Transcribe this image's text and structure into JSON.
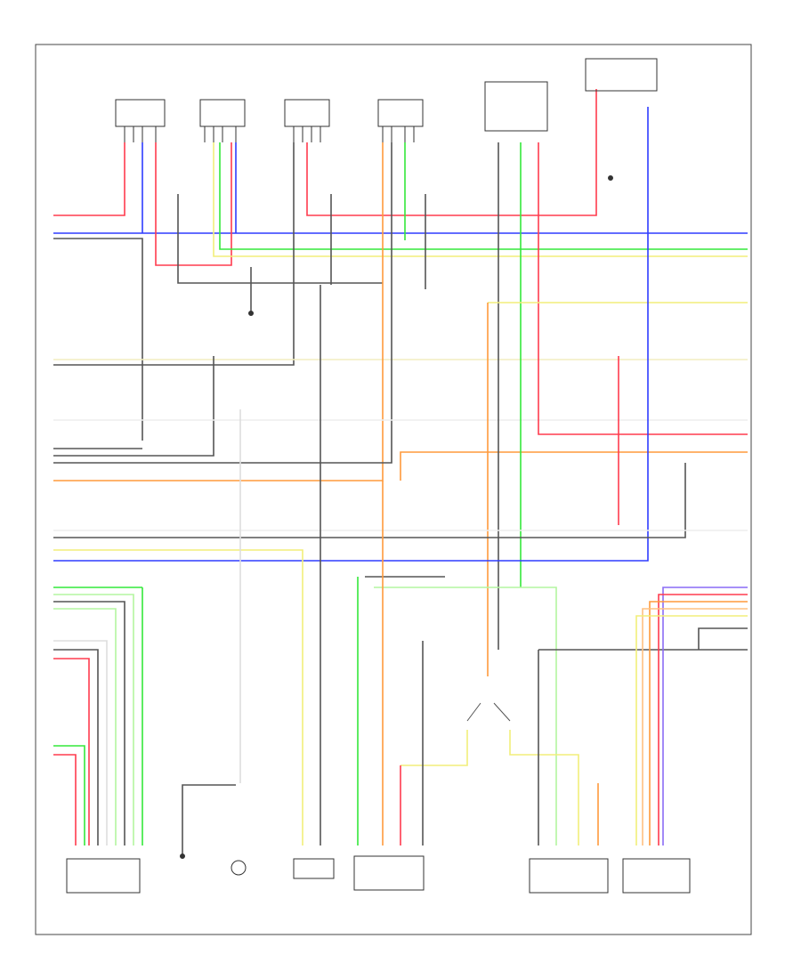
{
  "diagram": {
    "footer_code": "",
    "legend": {
      "text": ""
    },
    "components": [
      {
        "id": "rr-speed-sensor",
        "caption": ""
      },
      {
        "id": "rl-speed-sensor",
        "caption": ""
      },
      {
        "id": "fr-speed-sensor",
        "caption": ""
      },
      {
        "id": "fl-speed-sensor",
        "caption": ""
      },
      {
        "id": "hydraulic-unit",
        "caption": ""
      },
      {
        "id": "relay-box",
        "caption": ""
      },
      {
        "id": "ground-point-1",
        "caption": ""
      },
      {
        "id": "ground-point-2",
        "caption": ""
      },
      {
        "id": "control-module-1",
        "caption": ""
      },
      {
        "id": "ground-point-3",
        "caption": ""
      },
      {
        "id": "brake-switch",
        "caption": ""
      },
      {
        "id": "pressure-sensor",
        "caption": ""
      },
      {
        "id": "control-unit-center",
        "caption": ""
      },
      {
        "id": "connector-split",
        "caption": ""
      },
      {
        "id": "steering-sensor",
        "caption": ""
      },
      {
        "id": "data-link",
        "caption": ""
      },
      {
        "id": "fuse-note",
        "caption": ""
      }
    ]
  }
}
